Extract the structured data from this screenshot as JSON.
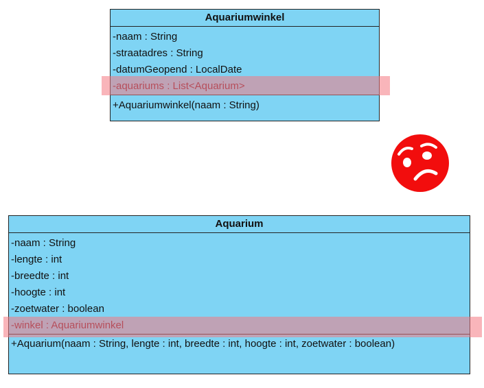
{
  "winkel": {
    "title": "Aquariumwinkel",
    "attributes": [
      "-naam : String",
      "-straatadres : String",
      "-datumGeopend : LocalDate",
      "-aquariums : List<Aquarium>"
    ],
    "operations": [
      "+Aquariumwinkel(naam : String)"
    ]
  },
  "aquarium": {
    "title": "Aquarium",
    "attributes": [
      "-naam : String",
      "-lengte : int",
      "-breedte : int",
      "-hoogte : int",
      "-zoetwater : boolean",
      "-winkel : Aquariumwinkel"
    ],
    "operations": [
      "+Aquarium(naam : String, lengte : int, breedte : int, hoogte : int, zoetwater : boolean)"
    ]
  },
  "colors": {
    "class_fill": "#7fd4f4",
    "highlight": "#f47882",
    "emoji": "#f20d0d"
  },
  "emoji_icon": "worried-face-icon"
}
